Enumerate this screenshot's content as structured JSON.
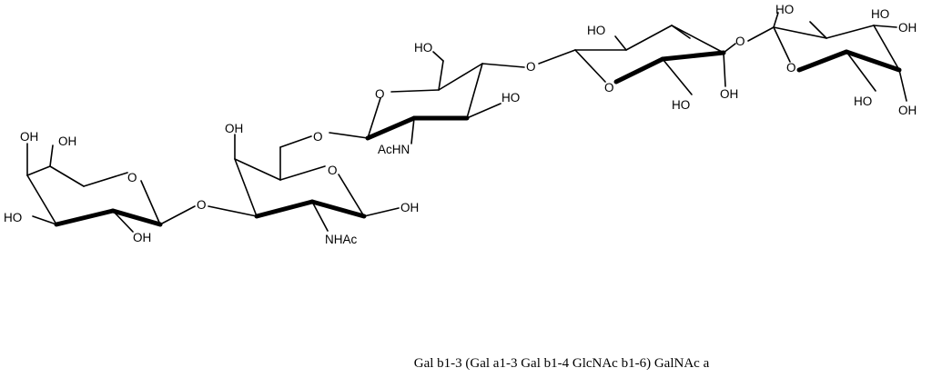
{
  "caption": "Gal b1-3 (Gal a1-3 Gal b1-4 GlcNAc b1-6) GalNAc a",
  "labels": {
    "oh": "OH",
    "ho": "HO",
    "o": "O",
    "nhac": "NHAc",
    "achn": "AcHN"
  }
}
